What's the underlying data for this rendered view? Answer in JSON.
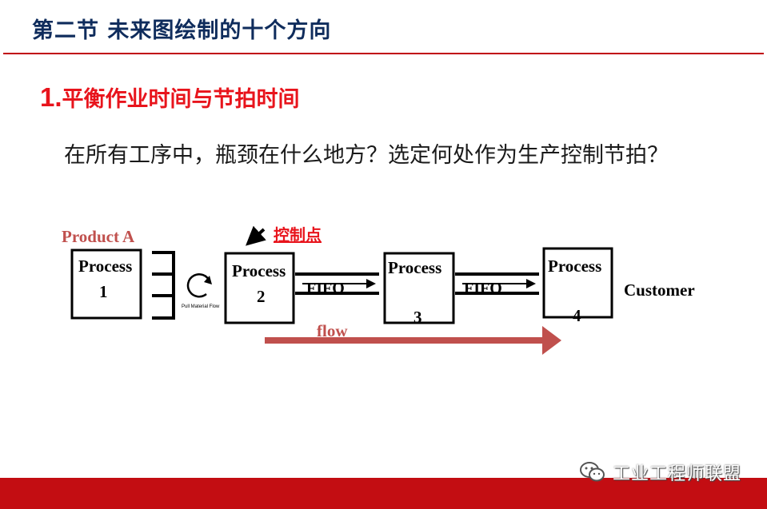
{
  "slide": {
    "title": "第二节  未来图绘制的十个方向",
    "section_number": "1.",
    "section_heading": "平衡作业时间与节拍时间",
    "question": "在所有工序中，瓶颈在什么地方？选定何处作为生产控制节拍？"
  },
  "diagram": {
    "product_label": "Product A",
    "control_point_label": "控制点",
    "process1_word": "Process",
    "process1_num": "1",
    "process2_word": "Process",
    "process2_num": "2",
    "process3_word": "Process",
    "process3_num": "3",
    "process4_word": "Process",
    "process4_num": "4",
    "fifo1_label": "FIFO",
    "fifo2_label": "FIFO",
    "pull_label": "Pull Material Flow",
    "customer_label": "Customer",
    "flow_label": "flow"
  },
  "colors": {
    "title": "#0f2c5c",
    "accent_red": "#e8141c",
    "product_label": "#c0504d",
    "flow_arrow": "#c0504d",
    "footer": "#c30d12"
  },
  "watermark": {
    "icon": "wechat-icon",
    "text": "工业工程师联盟"
  }
}
